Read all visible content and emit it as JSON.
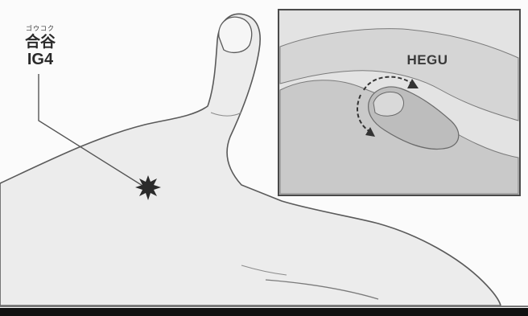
{
  "point_label": {
    "reading": "ゴウコク",
    "kanji": "合谷",
    "code": "IG4"
  },
  "inset": {
    "title": "HEGU"
  },
  "colors": {
    "outline": "#5a5a5a",
    "skin": "#e9e9e9",
    "marker": "#2b2b2b",
    "frame": "#4a4a4a"
  }
}
